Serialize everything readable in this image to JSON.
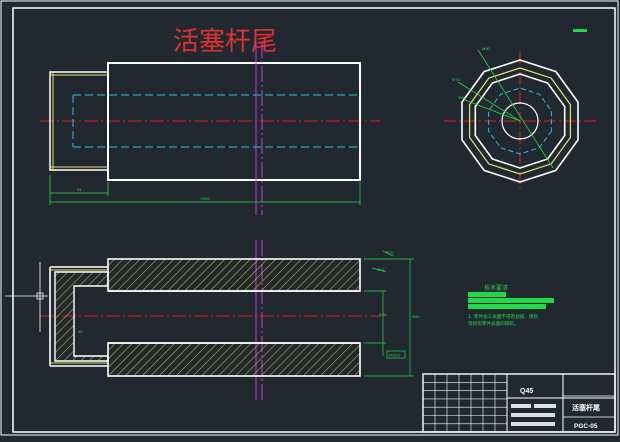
{
  "drawing": {
    "title": "活塞杆尾",
    "colors": {
      "background": "#212830",
      "outline": "#ffffff",
      "hidden": "#22c6e0",
      "center": "#e02020",
      "dimension": "#22d84a",
      "thread": "#e8e070",
      "hatch": "#c8c030",
      "symmetry": "#c040d0",
      "title_text": "#e03030"
    }
  },
  "views": {
    "top": {
      "dims": {
        "small_len": "94",
        "total_len": "2090"
      }
    },
    "section": {
      "dims": {
        "dia_a": "Φ54",
        "dia_b": "Φ64",
        "dia_c": "Φ70",
        "dia_d": "Φ80",
        "small_note": "30",
        "box_label": "M30X2"
      }
    },
    "end": {
      "labels": {
        "tag_top": "M80",
        "tag_left_a": "Φ72",
        "tag_left_b": "Φ60"
      }
    }
  },
  "notes": {
    "heading": "技术要求",
    "line1": "1. 零件加工表面不得有划痕、擦伤",
    "line2": "等损伤零件表面的缺陷。"
  },
  "title_block": {
    "material": "Q45",
    "part_name": "活塞杆尾",
    "drawing_no": "PGC-05"
  }
}
